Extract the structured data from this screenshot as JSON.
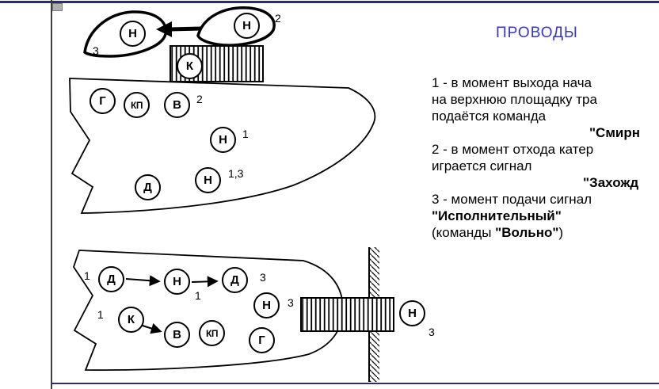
{
  "frame": {
    "top_color": "#2d2d6e",
    "side_color": "#3d3d3d"
  },
  "title": {
    "text": "ПРОВОДЫ",
    "color": "#3434cf"
  },
  "legend": {
    "line1": "1 - в момент выхода нача",
    "line2": "на верхнюю площадку тра",
    "line3": "подаётся команда",
    "line4": "\"Смирн",
    "line5": "2 - в момент отхода катер",
    "line6": "играется сигнал",
    "line7": "\"Захожд",
    "line8": "3 - момент подачи сигнал",
    "line9": "\"Исполнительный\"",
    "line10a": "(команды ",
    "line10b": "\"Вольно\"",
    "line10c": ")"
  },
  "scene1": {
    "boats": [
      {
        "label": "Н",
        "num": "3"
      },
      {
        "label": "Н",
        "num": "2"
      }
    ],
    "gangway": {
      "label": "К"
    },
    "deck": [
      {
        "label": "Г"
      },
      {
        "label": "КП"
      },
      {
        "label": "В",
        "num": "2"
      },
      {
        "label": "Н",
        "num": "1"
      },
      {
        "label": "Д"
      },
      {
        "label": "Н",
        "num": "1,3"
      }
    ]
  },
  "scene2": {
    "deck": [
      {
        "label": "Д",
        "num": "1"
      },
      {
        "label": "Н",
        "num": "1"
      },
      {
        "label": "Д",
        "num": "3"
      },
      {
        "label": "К",
        "num": "1"
      },
      {
        "label": "В"
      },
      {
        "label": "КП"
      },
      {
        "label": "Н",
        "num": "3"
      },
      {
        "label": "Г"
      }
    ],
    "ashore": {
      "label": "Н",
      "num": "3"
    }
  }
}
